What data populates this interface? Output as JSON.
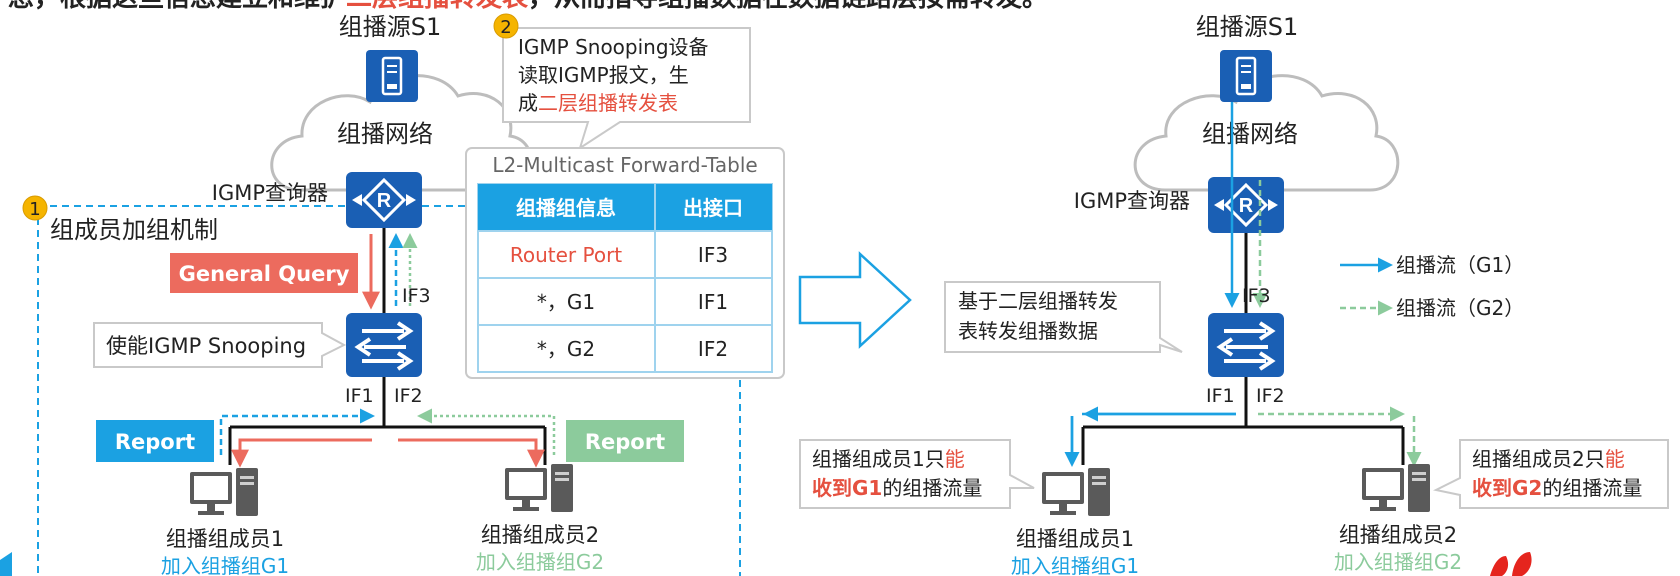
{
  "header_text": "息，根据这些信息建立和维护",
  "header_red": "二层组播转发表",
  "header_tail": "，从而指导组播数据在数据链路层按需转发。",
  "left": {
    "source_label": "组播源S1",
    "cloud_label": "组播网络",
    "querier_label": "IGMP查询器",
    "step1_num": "1",
    "step1_title": "组成员加组机制",
    "general_query": "General Query",
    "snooping_callout": "使能IGMP Snooping",
    "if3": "IF3",
    "if1": "IF1",
    "if2": "IF2",
    "report_blue": "Report",
    "report_green": "Report",
    "member1_name": "组播组成员1",
    "member1_join": "加入组播组G1",
    "member2_name": "组播组成员2",
    "member2_join": "加入组播组G2"
  },
  "callout2": {
    "num": "2",
    "line1": "IGMP Snooping设备",
    "line2": "读取IGMP报文，生",
    "line3_prefix": "成",
    "line3_red": "二层组播转发表"
  },
  "table": {
    "title": "L2-Multicast Forward-Table",
    "headers": [
      "组播组信息",
      "出接口"
    ],
    "rows": [
      [
        "Router Port",
        "IF3"
      ],
      [
        "*，G1",
        "IF1"
      ],
      [
        "*，G2",
        "IF2"
      ]
    ]
  },
  "right": {
    "source_label": "组播源S1",
    "cloud_label": "组播网络",
    "querier_label": "IGMP查询器",
    "forward_callout_line1": "基于二层组播转发",
    "forward_callout_line2": "表转发组播数据",
    "if3": "IF3",
    "if1": "IF1",
    "if2": "IF2",
    "legend_g1": "组播流（G1）",
    "legend_g2": "组播流（G2）",
    "callout_m1_line1_prefix": "组播组成员1只",
    "callout_m1_line1_red": "能",
    "callout_m1_line2_red": "收到G1",
    "callout_m1_line2_tail": "的组播流量",
    "callout_m2_line1_prefix": "组播组成员2只",
    "callout_m2_line1_red": "能",
    "callout_m2_line2_red": "收到G2",
    "callout_m2_line2_tail": "的组播流量",
    "member1_name": "组播组成员1",
    "member1_join": "加入组播组G1",
    "member2_name": "组播组成员2",
    "member2_join": "加入组播组G2"
  },
  "colors": {
    "device_blue": "#1a5fb4",
    "g1_blue": "#1ba1e2",
    "g2_green": "#8ccb9c",
    "query_red": "#ec6b5e",
    "highlight_red": "#e5503f",
    "table_header": "#1ba1e2",
    "table_border": "#9fd3ee",
    "callout_border": "#c9c9c9",
    "orange": "#f5b400",
    "text": "#222222"
  }
}
